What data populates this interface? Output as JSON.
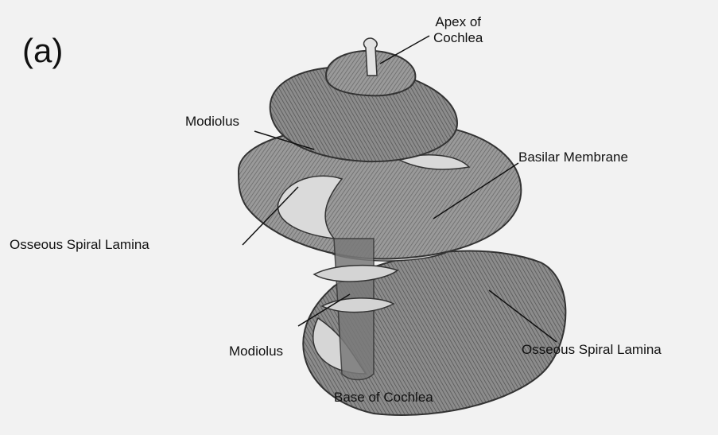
{
  "figure": {
    "panel_letter": "(a)",
    "labels": {
      "apex": [
        "Apex of",
        "Cochlea"
      ],
      "modiolus_top": "Modiolus",
      "basilar_membrane": "Basilar Membrane",
      "osseous_left": "Osseous Spiral Lamina",
      "modiolus_bottom": "Modiolus",
      "osseous_right": "Osseous Spiral Lamina",
      "base": "Base of Cochlea"
    }
  },
  "colors": {
    "background": "#f2f2f2",
    "ink": "#111111",
    "shelf_fill": "#8f8f8f",
    "shelf_dark": "#5f5f5f",
    "lamina_fill": "#d8d8d8"
  }
}
